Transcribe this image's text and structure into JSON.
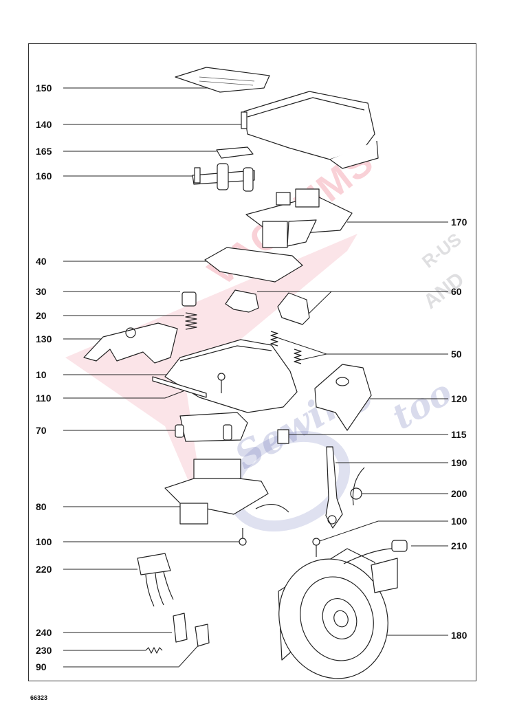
{
  "document_number": "66323",
  "watermark": {
    "line1": "VACUUMS",
    "line2": "R-US",
    "line3": "AND",
    "line4": "Sewing",
    "line5": "too",
    "colors": {
      "red": "#e85a6e",
      "grey": "#6e6e78",
      "blue": "#5058aa"
    }
  },
  "callouts": {
    "c150": "150",
    "c140": "140",
    "c165": "165",
    "c160": "160",
    "c170": "170",
    "c40": "40",
    "c30": "30",
    "c60": "60",
    "c20": "20",
    "c130": "130",
    "c50": "50",
    "c10": "10",
    "c110": "110",
    "c120": "120",
    "c70": "70",
    "c115": "115",
    "c190": "190",
    "c200": "200",
    "c80": "80",
    "c100a": "100",
    "c100b": "100",
    "c210": "210",
    "c220": "220",
    "c180": "180",
    "c240": "240",
    "c230": "230",
    "c90": "90"
  }
}
